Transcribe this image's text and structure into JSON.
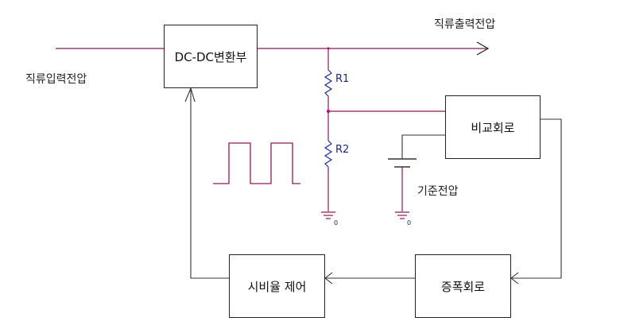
{
  "labels": {
    "input": "직류입력전압",
    "output": "직류출력전압",
    "reference": "기준전압",
    "r1": "R1",
    "r2": "R2",
    "gnd1": "0",
    "gnd2": "0"
  },
  "blocks": {
    "converter": "DC-DC변환부",
    "comparator": "비교회로",
    "amplifier": "증폭회로",
    "duty": "시비율 제어"
  },
  "colors": {
    "wire": "#333333",
    "power_line": "#8a1a5a",
    "node": "#c00080",
    "resistor": "#1a2aa0",
    "pulse": "#8a1a5a"
  }
}
